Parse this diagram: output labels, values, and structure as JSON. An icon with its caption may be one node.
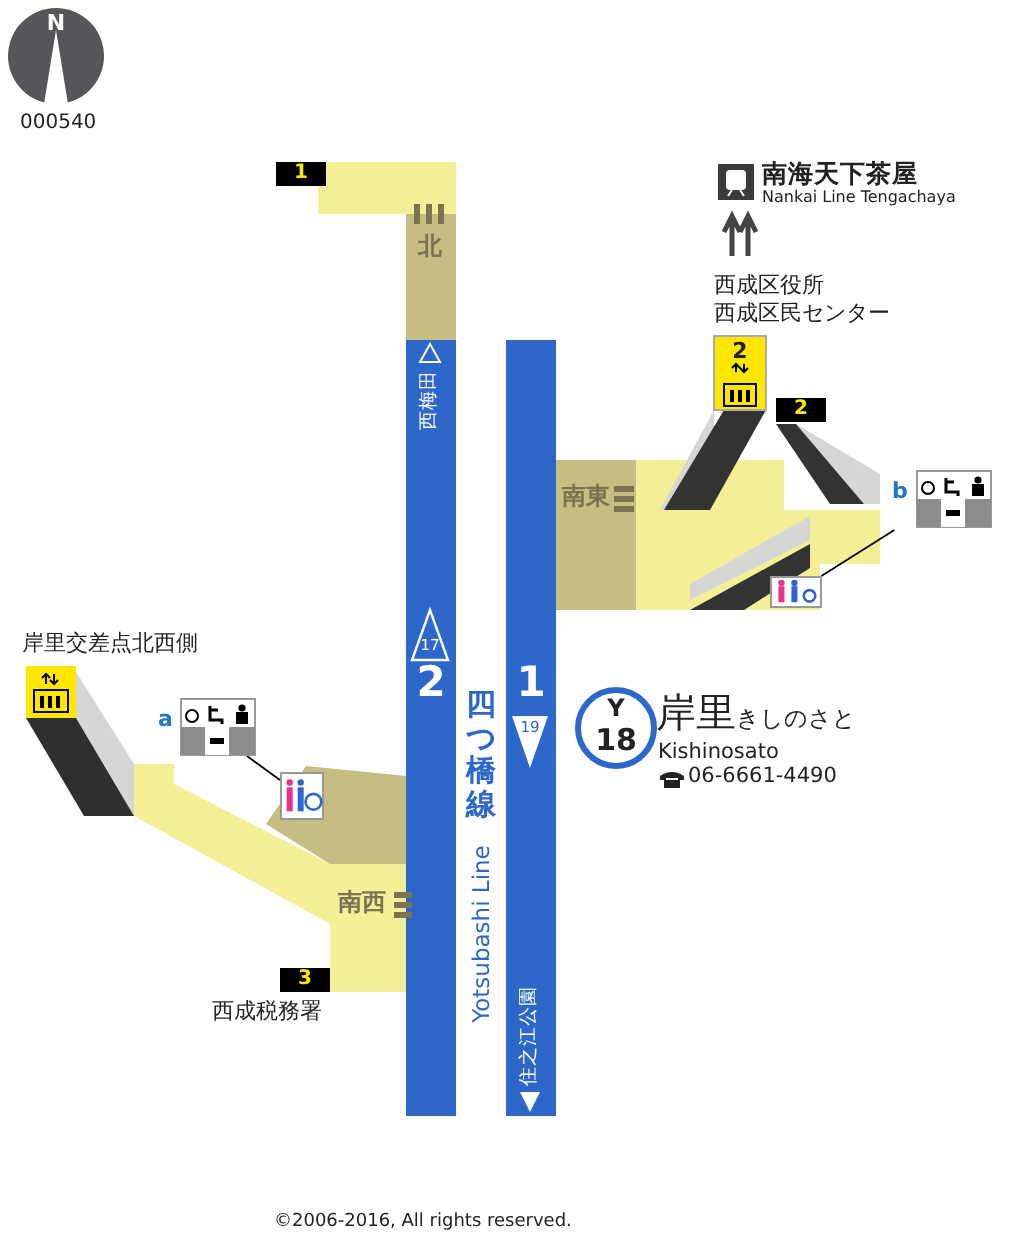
{
  "diagram": {
    "nodes": [
      {
        "text": [
          "a"
        ]
      },
      {
        "text": [],
        "shape": "box"
      },
      {
        "text": [
          "b"
        ]
      },
      {
        "text": [],
        "shape": "box"
      }
    ],
    "edges": [
      {
        "from": 0,
        "to": 1,
        "arrow": "none"
      },
      {
        "from": 2,
        "to": 3,
        "arrow": "none"
      }
    ],
    "labels": [
      "N",
      "000540",
      "1",
      "北",
      "南海天下茶屋",
      "Nankai Line Tengachaya",
      "西成区役所",
      "西成区民センター",
      "西梅田",
      "2",
      "2",
      "南東",
      "岸里交差点北西側",
      "17",
      "2",
      "四つ橋線",
      "1",
      "19",
      "Y",
      "18",
      "岸里",
      "きしのさと",
      "Kishinosato",
      "06-6661-4490",
      "南西",
      "Yotsubashi Line",
      "3",
      "西成税務署",
      "住之江公園",
      "©2006-2016, All rights reserved."
    ]
  }
}
